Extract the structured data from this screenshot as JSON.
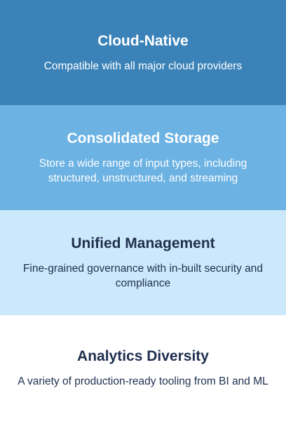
{
  "features": [
    {
      "title": "Cloud-Native",
      "description": "Compatible with all major cloud providers",
      "background": "#3a82b8",
      "text_color": "#ffffff"
    },
    {
      "title": "Consolidated Storage",
      "description": "Store a wide range of input types, including structured, unstructured, and streaming",
      "background": "#6cb2e3",
      "text_color": "#ffffff"
    },
    {
      "title": "Unified Management",
      "description": "Fine-grained governance with in-built security and compliance",
      "background": "#cce8fb",
      "text_color": "#1f2f4f"
    },
    {
      "title": "Analytics Diversity",
      "description": "A variety of production-ready tooling from BI and ML",
      "background": "#ffffff",
      "text_color": "#1f2f4f"
    }
  ]
}
